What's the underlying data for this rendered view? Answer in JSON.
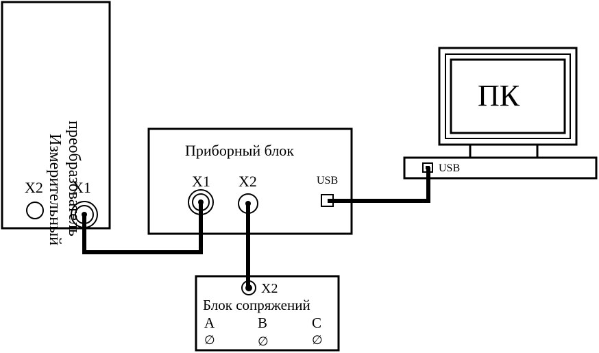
{
  "converter": {
    "title_line1": "Измерительный",
    "title_line2": "преобразователь",
    "port_x2": "X2",
    "port_x1": "X1"
  },
  "instrument_block": {
    "title": "Приборный блок",
    "port_x1": "X1",
    "port_x2": "X2",
    "port_usb": "USB"
  },
  "interface_block": {
    "title": "Блок сопряжений",
    "port_x2": "X2",
    "contact_a": "A",
    "contact_b": "B",
    "contact_c": "C",
    "contact_symbol": "∅"
  },
  "pc": {
    "label": "ПК",
    "port_usb": "USB"
  }
}
